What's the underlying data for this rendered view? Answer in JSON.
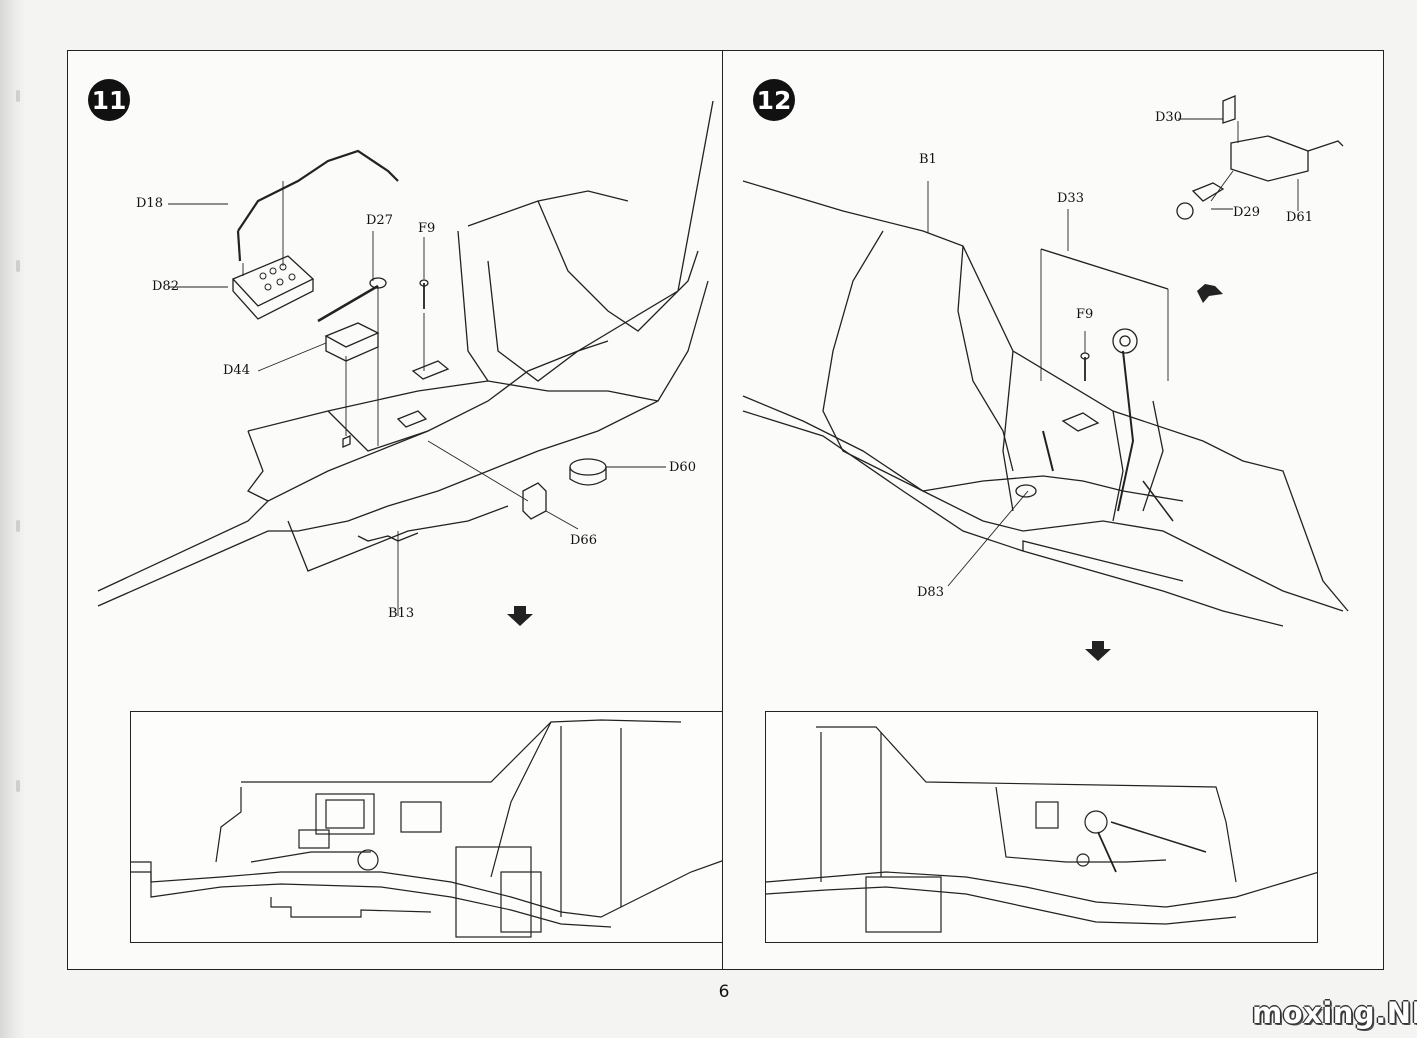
{
  "steps": [
    {
      "number": "11",
      "parts": [
        "D18",
        "D82",
        "D27",
        "F9",
        "D44",
        "D60",
        "D66",
        "B13"
      ]
    },
    {
      "number": "12",
      "parts": [
        "D30",
        "B1",
        "D33",
        "D29",
        "D61",
        "F9",
        "D83"
      ]
    }
  ],
  "page_number": "6",
  "watermark": "moxing.NET",
  "colors": {
    "line": "#222222",
    "paper": "#f4f4f2",
    "badge": "#111111"
  }
}
